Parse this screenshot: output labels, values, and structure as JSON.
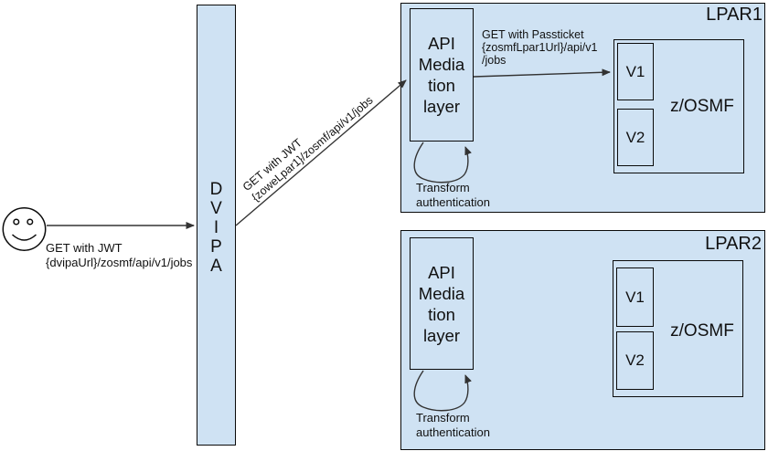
{
  "colors": {
    "fill": "#cfe2f3",
    "border": "#0a0a0a",
    "arrow": "#333333",
    "text": "#111111"
  },
  "user_request": {
    "line1": "GET with JWT",
    "line2": "{dvipaUrl}/zosmf/api/v1/jobs"
  },
  "dvipa": {
    "letters": [
      "D",
      "V",
      "I",
      "P",
      "A"
    ]
  },
  "gateway_request": {
    "line1": "GET with JWT",
    "line2": "{zoweLpar1}/zosmf/api/v1/jobs"
  },
  "lpar1": {
    "title": "LPAR1",
    "api_ml": {
      "lines": [
        "API",
        "Media",
        "tion",
        "layer"
      ]
    },
    "zosmf_request": {
      "line1": "GET with Passticket",
      "line2": "{zosmfLpar1Url}/api/v1",
      "line3": "/jobs"
    },
    "transform_auth": {
      "line1": "Transform",
      "line2": "authentication"
    },
    "zosmf": {
      "label": "z/OSMF",
      "v1": "V1",
      "v2": "V2"
    }
  },
  "lpar2": {
    "title": "LPAR2",
    "api_ml": {
      "lines": [
        "API",
        "Media",
        "tion",
        "layer"
      ]
    },
    "transform_auth": {
      "line1": "Transform",
      "line2": "authentication"
    },
    "zosmf": {
      "label": "z/OSMF",
      "v1": "V1",
      "v2": "V2"
    }
  }
}
